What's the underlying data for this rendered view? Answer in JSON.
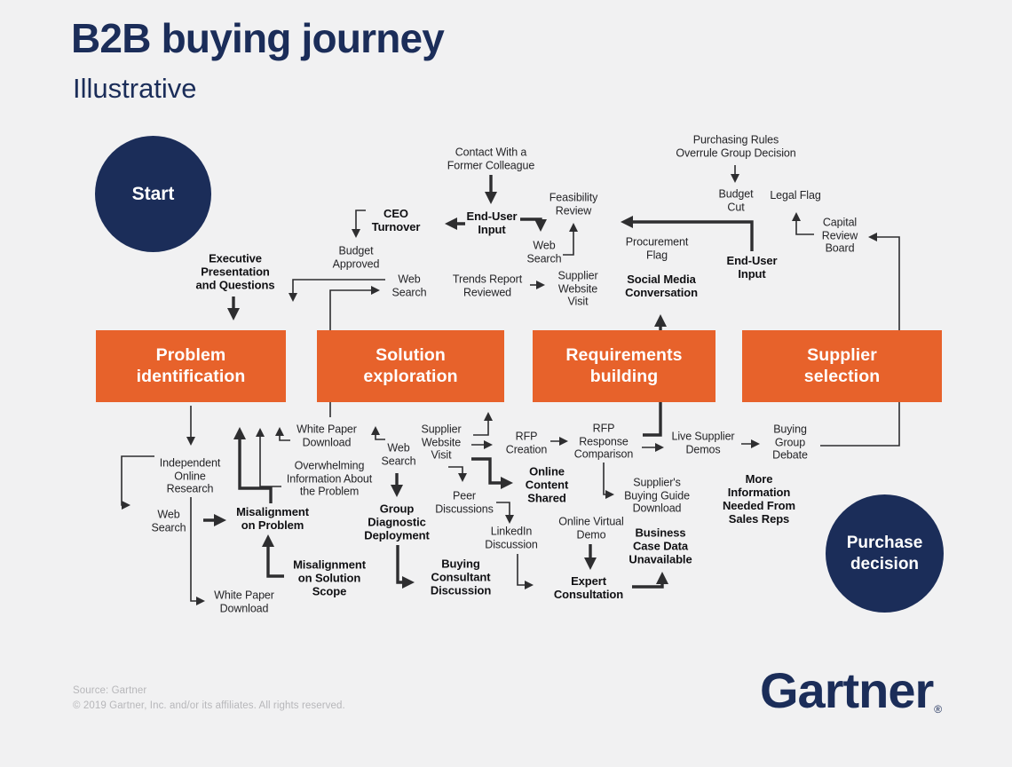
{
  "header": {
    "title": "B2B buying journey",
    "subtitle": "Illustrative"
  },
  "terminals": {
    "start": "Start",
    "purchase": "Purchase\ndecision"
  },
  "stages": [
    {
      "label": "Problem\nidentification"
    },
    {
      "label": "Solution\nexploration"
    },
    {
      "label": "Requirements\nbuilding"
    },
    {
      "label": "Supplier\nselection"
    }
  ],
  "nodes": {
    "contact_former_colleague": "Contact With a\nFormer Colleague",
    "ceo_turnover": "CEO\nTurnover",
    "end_user_input_1": "End-User\nInput",
    "feasibility_review": "Feasibility\nReview",
    "web_search_top": "Web\nSearch",
    "budget_approved": "Budget\nApproved",
    "web_search_2": "Web\nSearch",
    "trends_report": "Trends Report\nReviewed",
    "supplier_website_visit_1": "Supplier\nWebsite\nVisit",
    "purchasing_rules": "Purchasing Rules\nOverrule Group Decision",
    "budget_cut": "Budget\nCut",
    "legal_flag": "Legal Flag",
    "capital_review_board": "Capital\nReview\nBoard",
    "procurement_flag": "Procurement\nFlag",
    "end_user_input_2": "End-User\nInput",
    "social_media_conversation": "Social Media\nConversation",
    "executive_presentation": "Executive\nPresentation\nand Questions",
    "independent_online_research": "Independent\nOnline\nResearch",
    "web_search_left": "Web\nSearch",
    "misalignment_on_problem": "Misalignment\non Problem",
    "white_paper_download_top": "White Paper\nDownload",
    "overwhelming_information": "Overwhelming\nInformation About\nthe Problem",
    "misalignment_on_solution_scope": "Misalignment\non Solution\nScope",
    "white_paper_download_bottom": "White Paper\nDownload",
    "web_search_mid": "Web\nSearch",
    "supplier_website_visit_2": "Supplier\nWebsite\nVisit",
    "rfp_creation": "RFP\nCreation",
    "online_content_shared": "Online\nContent\nShared",
    "peer_discussions": "Peer\nDiscussions",
    "group_diagnostic_deployment": "Group\nDiagnostic\nDeployment",
    "buying_consultant_discussion": "Buying\nConsultant\nDiscussion",
    "linkedin_discussion": "LinkedIn\nDiscussion",
    "expert_consultation": "Expert\nConsultation",
    "online_virtual_demo": "Online Virtual\nDemo",
    "business_case_data_unavailable": "Business\nCase Data\nUnavailable",
    "rfp_response_comparison": "RFP\nResponse\nComparison",
    "suppliers_buying_guide_download": "Supplier's\nBuying Guide\nDownload",
    "live_supplier_demos": "Live Supplier\nDemos",
    "buying_group_debate": "Buying\nGroup\nDebate",
    "more_information_needed": "More\nInformation\nNeeded From\nSales Reps"
  },
  "footer": {
    "source": "Source: Gartner",
    "copyright": "© 2019 Gartner, Inc. and/or its affiliates. All rights reserved.",
    "logo": "Gartner",
    "registered": "®"
  },
  "colors": {
    "navy": "#1B2D59",
    "orange": "#E7622B",
    "ink": "#242427",
    "ink-bold": "#101013",
    "arrow": "#2e2e30",
    "muted": "#b7b7ba",
    "bg": "#F1F1F2"
  }
}
